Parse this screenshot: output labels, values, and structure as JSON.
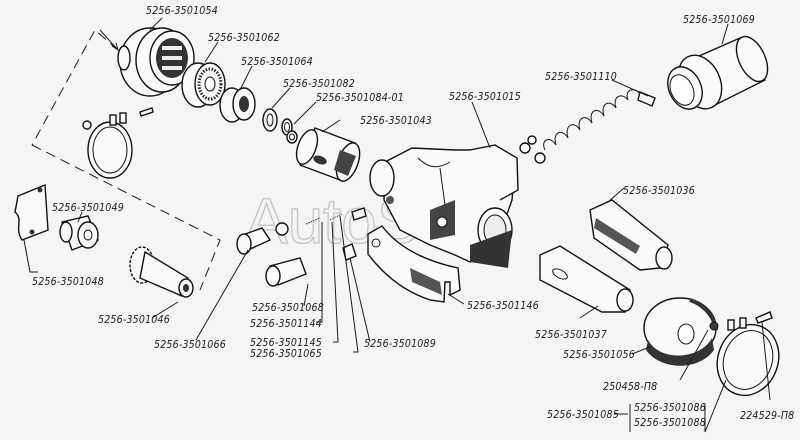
{
  "diagram": {
    "watermark": "AutoSoft",
    "colors": {
      "ink": "#1a1a1a",
      "paper": "#f5f5f5",
      "watermark": "#c4c4c4"
    },
    "labels": {
      "p1054": "5256-3501054",
      "p1062": "5256-3501062",
      "p1064": "5256-3501064",
      "p1082": "5256-3501082",
      "p1084": "5256-3501084-01",
      "p1043": "5256-3501043",
      "p1015": "5256-3501015",
      "p1110": "5256-3501110",
      "p1069": "5256-3501069",
      "p1049": "5256-3501049",
      "p1048": "5256-3501048",
      "p1046": "5256-3501046",
      "p1066": "5256-3501066",
      "p1068": "5256-3501068",
      "p1144": "5256-3501144",
      "p1145": "5256-3501145",
      "p1065": "5256-3501065",
      "p1089": "5256-3501089",
      "p1146": "5256-3501146",
      "p1036": "5256-3501036",
      "p1037": "5256-3501037",
      "p1056": "5256-3501056",
      "p250458": "250458-П8",
      "p1085": "5256-3501085",
      "p1086": "5256-3501086",
      "p1088": "5256-3501088",
      "p224529": "224529-П8"
    }
  }
}
